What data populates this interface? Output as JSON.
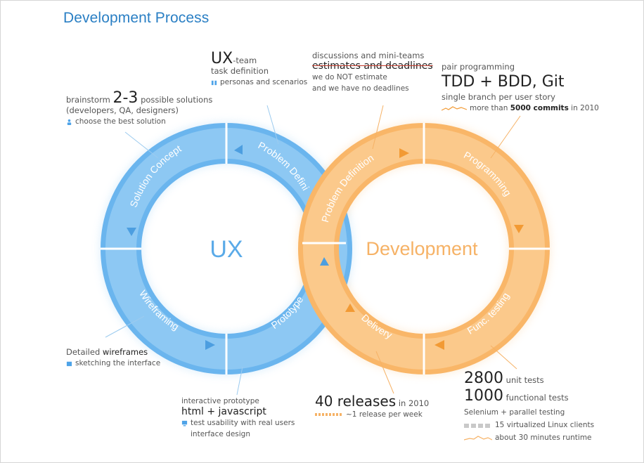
{
  "title": "Development Process",
  "ux_ring": {
    "center": "UX",
    "segments": [
      "Solution Concept",
      "Problem Defini",
      "Prototype",
      "Wireframing"
    ]
  },
  "dev_ring": {
    "center": "Development",
    "segments": [
      "Problem Definition",
      "Programming",
      "Func. testing",
      "Delivery"
    ]
  },
  "annotations": {
    "brainstorm": {
      "prefix": "brainstorm",
      "count": "2-3",
      "suffix": "possible solutions",
      "line2": "(developers, QA, designers)",
      "line3": "choose the best solution",
      "icon": "person-icon"
    },
    "ux_team": {
      "big": "UX",
      "suffix": "-team",
      "line2": "task definition",
      "line3": "personas and scenarios",
      "icon": "people-icon"
    },
    "discussions": {
      "line1": "discussions and mini-teams",
      "line2": "estimates and deadlines",
      "line3": "we do NOT estimate",
      "line4": "and we have no deadlines"
    },
    "pair": {
      "line1": "pair programming",
      "big": "TDD + BDD, Git",
      "line3": "single branch per user story",
      "line4_prefix": "more than",
      "line4_bold": "5000 commits",
      "line4_suffix": "in 2010"
    },
    "wireframes": {
      "prefix": "Detailed",
      "bold": "wireframes",
      "line2": "sketching the interface",
      "icon": "sketch-icon"
    },
    "prototype": {
      "line1": "interactive prototype",
      "line2": "html + javascript",
      "line3": "test usability with real users",
      "line4": "interface design",
      "icon": "screen-icon"
    },
    "releases": {
      "big": "40 releases",
      "suffix": "in 2010",
      "line2": "~1 release per week"
    },
    "tests": {
      "unit_count": "2800",
      "unit_label": "unit tests",
      "func_count": "1000",
      "func_label": "functional tests",
      "line3": "Selenium + parallel testing",
      "line4": "15 virtualized Linux clients",
      "line5": "about 30 minutes runtime"
    }
  },
  "colors": {
    "blue": "#5aaae8",
    "blue_dark": "#3a8fd6",
    "orange": "#f8b15a",
    "orange_dark": "#f29a34",
    "title": "#2a7fc4"
  }
}
